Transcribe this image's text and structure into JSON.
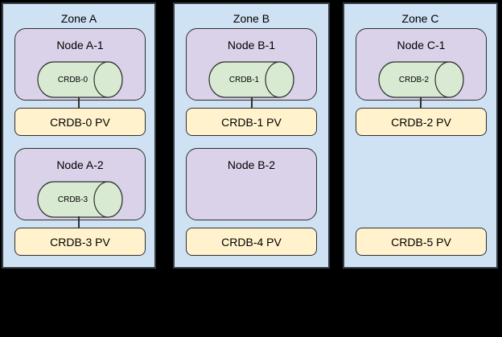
{
  "palette": {
    "background": "#000000",
    "zone_fill": "#cfe2f3",
    "zone_border": "#333b44",
    "node_fill": "#d9d2e9",
    "pod_fill": "#d9ead3",
    "pv_fill": "#fff2cc",
    "border": "#2e2e2e",
    "text": "#000000"
  },
  "zones": [
    {
      "label": "Zone A",
      "rows": [
        {
          "node": "Node A-1",
          "pod": "CRDB-0",
          "pv": "CRDB-0 PV",
          "connected": true
        },
        {
          "node": "Node A-2",
          "pod": "CRDB-3",
          "pv": "CRDB-3 PV",
          "connected": true
        }
      ]
    },
    {
      "label": "Zone B",
      "rows": [
        {
          "node": "Node B-1",
          "pod": "CRDB-1",
          "pv": "CRDB-1 PV",
          "connected": true
        },
        {
          "node": "Node B-2",
          "pod": null,
          "pv": "CRDB-4 PV",
          "connected": false
        }
      ]
    },
    {
      "label": "Zone C",
      "rows": [
        {
          "node": "Node C-1",
          "pod": "CRDB-2",
          "pv": "CRDB-2 PV",
          "connected": true
        },
        {
          "node": null,
          "pod": null,
          "pv": "CRDB-5 PV",
          "connected": false
        }
      ]
    }
  ]
}
